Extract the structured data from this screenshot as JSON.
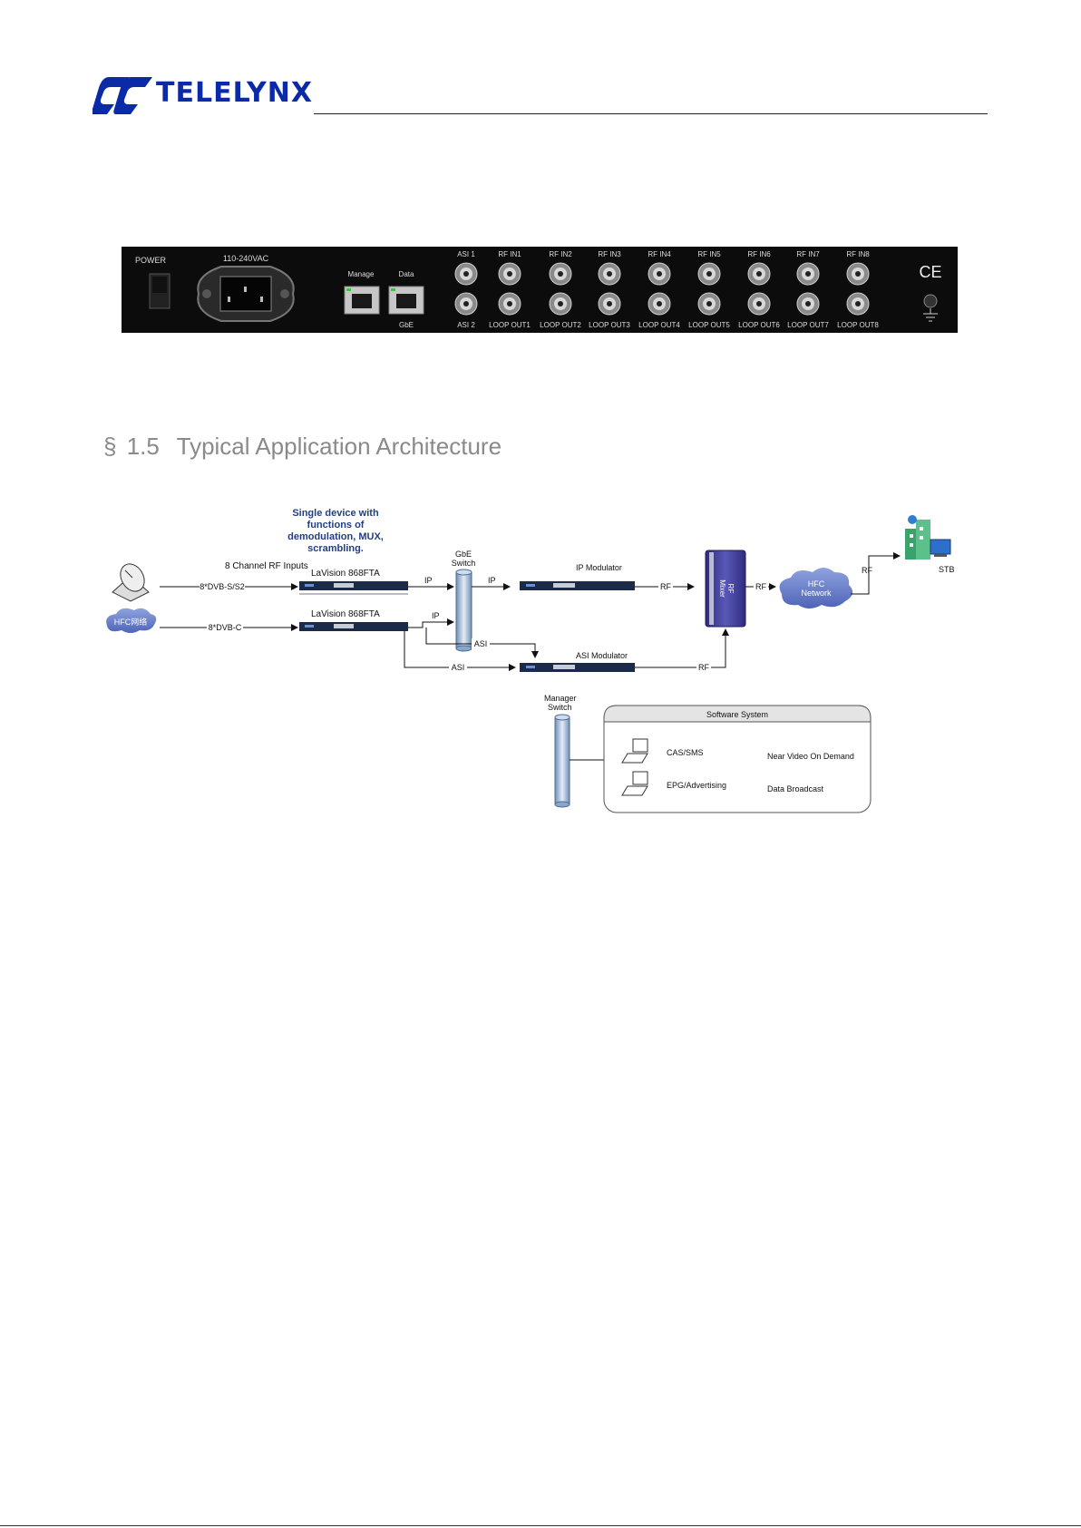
{
  "header": {
    "brand": "TELELYNX"
  },
  "rear_panel": {
    "power_label": "POWER",
    "ac_label": "110-240VAC",
    "manage_label": "Manage",
    "data_label": "Data",
    "gbe_label": "GbE",
    "asi_labels": [
      "ASI 1",
      "ASI 2"
    ],
    "rf_in_labels": [
      "RF IN1",
      "RF IN2",
      "RF IN3",
      "RF IN4",
      "RF IN5",
      "RF IN6",
      "RF IN7",
      "RF IN8"
    ],
    "loop_out_labels": [
      "LOOP OUT1",
      "LOOP OUT2",
      "LOOP OUT3",
      "LOOP OUT4",
      "LOOP OUT5",
      "LOOP OUT6",
      "LOOP OUT7",
      "LOOP OUT8"
    ],
    "ce_mark": "CE"
  },
  "section": {
    "symbol": "§",
    "number": "1.5",
    "title": "Typical Application Architecture"
  },
  "diagram": {
    "callout": [
      "Single device with",
      "functions of",
      "demodulation, MUX,",
      "scrambling."
    ],
    "rf_inputs_label": "8 Channel RF Inputs",
    "dvbs_label": "8*DVB-S/S2",
    "dvbc_label": "8*DVB-C",
    "hfc_cloud_label": "HFC网络",
    "device_top": "LaVision 868FTA",
    "device_bottom": "LaVision 868FTA",
    "gbe_switch_label": [
      "GbE",
      "Switch"
    ],
    "ip_label": "IP",
    "asi_label": "ASI",
    "rf_label": "RF",
    "ip_modulator": "IP Modulator",
    "asi_modulator": "ASI Modulator",
    "rf_mixer": [
      "RF",
      "Mixer"
    ],
    "hfc_network": [
      "HFC",
      "Network"
    ],
    "stb_label": "STB",
    "manager_switch": [
      "Manager",
      "Switch"
    ],
    "software_system": {
      "title": "Software System",
      "items": [
        "CAS/SMS",
        "EPG/Advertising"
      ],
      "services": [
        "Near Video On Demand",
        "Data Broadcast"
      ]
    }
  }
}
